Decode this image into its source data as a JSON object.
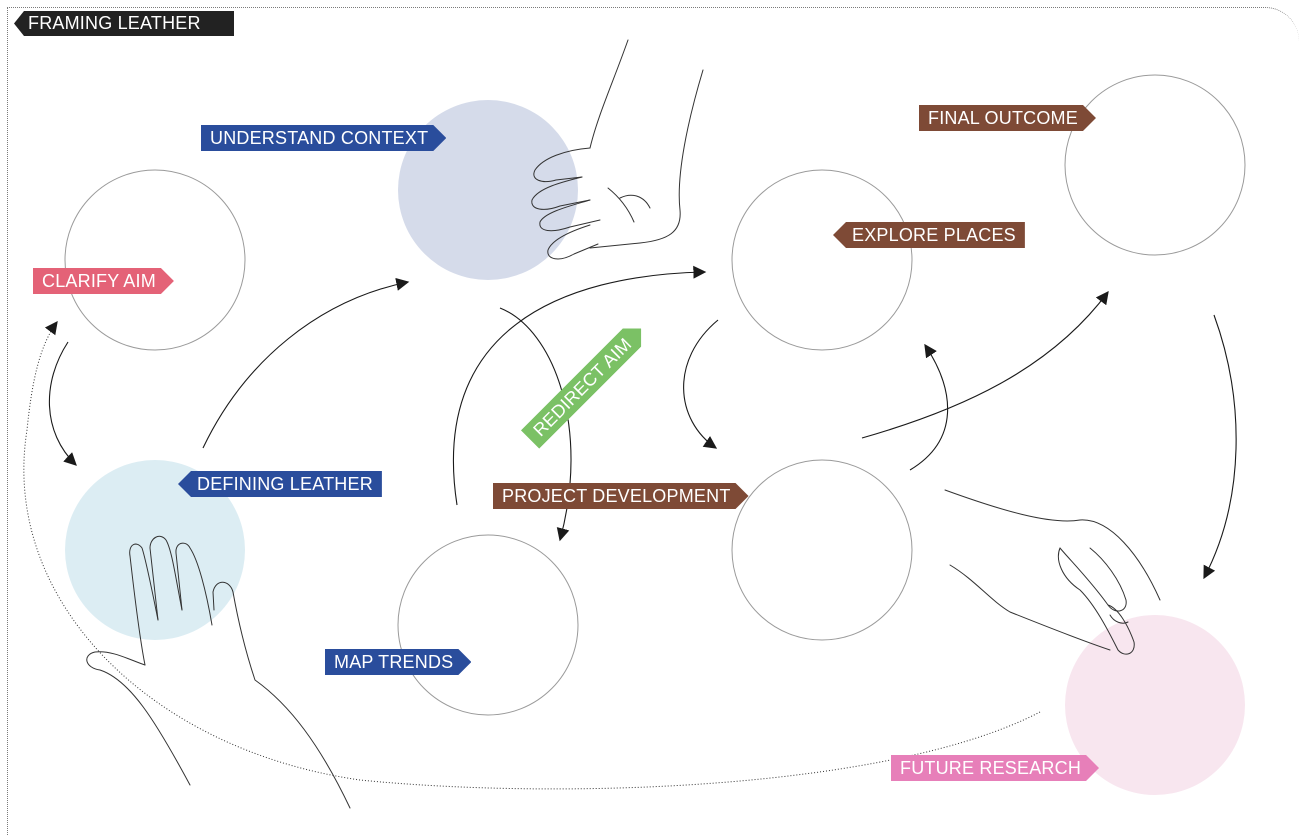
{
  "title": "FRAMING LEATHER",
  "colors": {
    "blue": "#2a4d9c",
    "brown": "#7e4a36",
    "pink": "#e46277",
    "light_pink": "#e77fb9",
    "green": "#7bc165",
    "circle_blue_fill": "#d5dbea",
    "circle_light_blue_fill": "#dcedf3",
    "circle_pink_fill": "#f8e6ef"
  },
  "stages": {
    "clarify_aim": "CLARIFY AIM",
    "understand_context": "UNDERSTAND CONTEXT",
    "defining_leather": "DEFINING LEATHER",
    "map_trends": "MAP TRENDS",
    "redirect_aim": "REDIRECT AIM",
    "project_development": "PROJECT DEVELOPMENT",
    "explore_places": "EXPLORE PLACES",
    "final_outcome": "FINAL OUTCOME",
    "future_research": "FUTURE RESEARCH"
  }
}
